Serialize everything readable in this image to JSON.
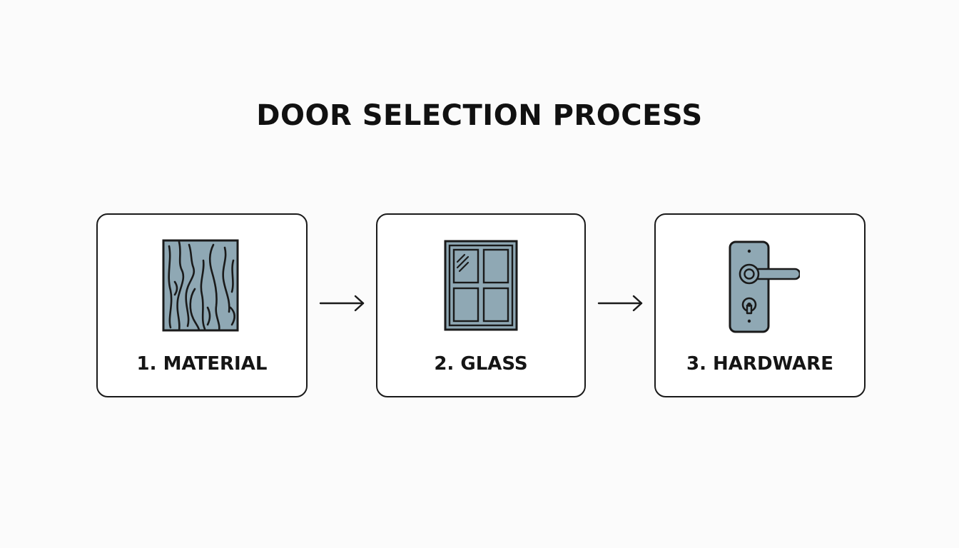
{
  "title": "DOOR SELECTION PROCESS",
  "steps": [
    {
      "label": "1. MATERIAL",
      "icon": "wood-grain-icon"
    },
    {
      "label": "2. GLASS",
      "icon": "window-glass-icon"
    },
    {
      "label": "3. HARDWARE",
      "icon": "door-handle-icon"
    }
  ],
  "colors": {
    "icon_fill": "#8fa8b4",
    "stroke": "#1a1a1a",
    "background": "#fbfbfb"
  }
}
